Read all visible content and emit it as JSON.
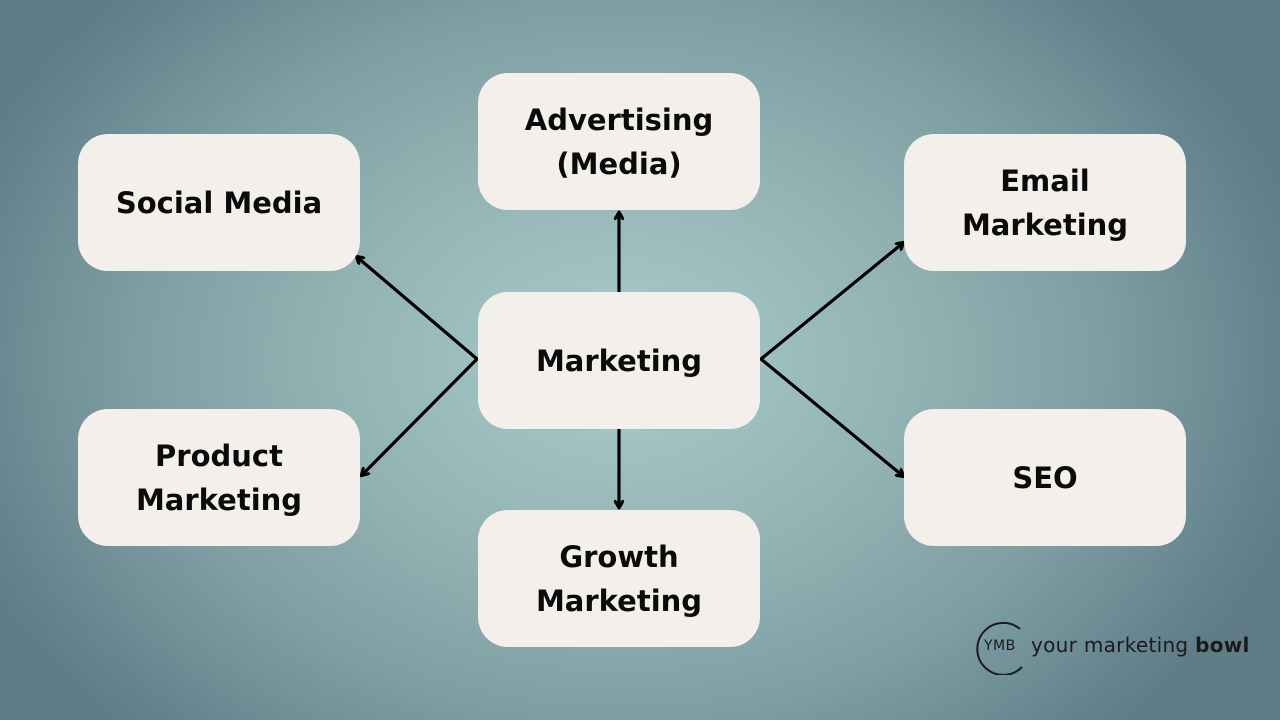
{
  "diagram": {
    "center": {
      "label": "Marketing"
    },
    "branches": [
      {
        "id": "advertising",
        "label": "Advertising\n(Media)",
        "direction": "up"
      },
      {
        "id": "social-media",
        "label": "Social Media",
        "direction": "upper-left"
      },
      {
        "id": "email-marketing",
        "label": "Email\nMarketing",
        "direction": "upper-right"
      },
      {
        "id": "product-marketing",
        "label": "Product\nMarketing",
        "direction": "lower-left"
      },
      {
        "id": "seo",
        "label": "SEO",
        "direction": "lower-right"
      },
      {
        "id": "growth-marketing",
        "label": "Growth\nMarketing",
        "direction": "down"
      }
    ]
  },
  "branding": {
    "logo_mark": "YMB",
    "name_regular": "your marketing ",
    "name_bold": "bowl"
  },
  "colors": {
    "node_fill": "#f3efeb",
    "text": "#0b0b0b",
    "arrow": "#000000",
    "background_center": "#a9cbcb",
    "background_edge": "#5f7c87"
  }
}
